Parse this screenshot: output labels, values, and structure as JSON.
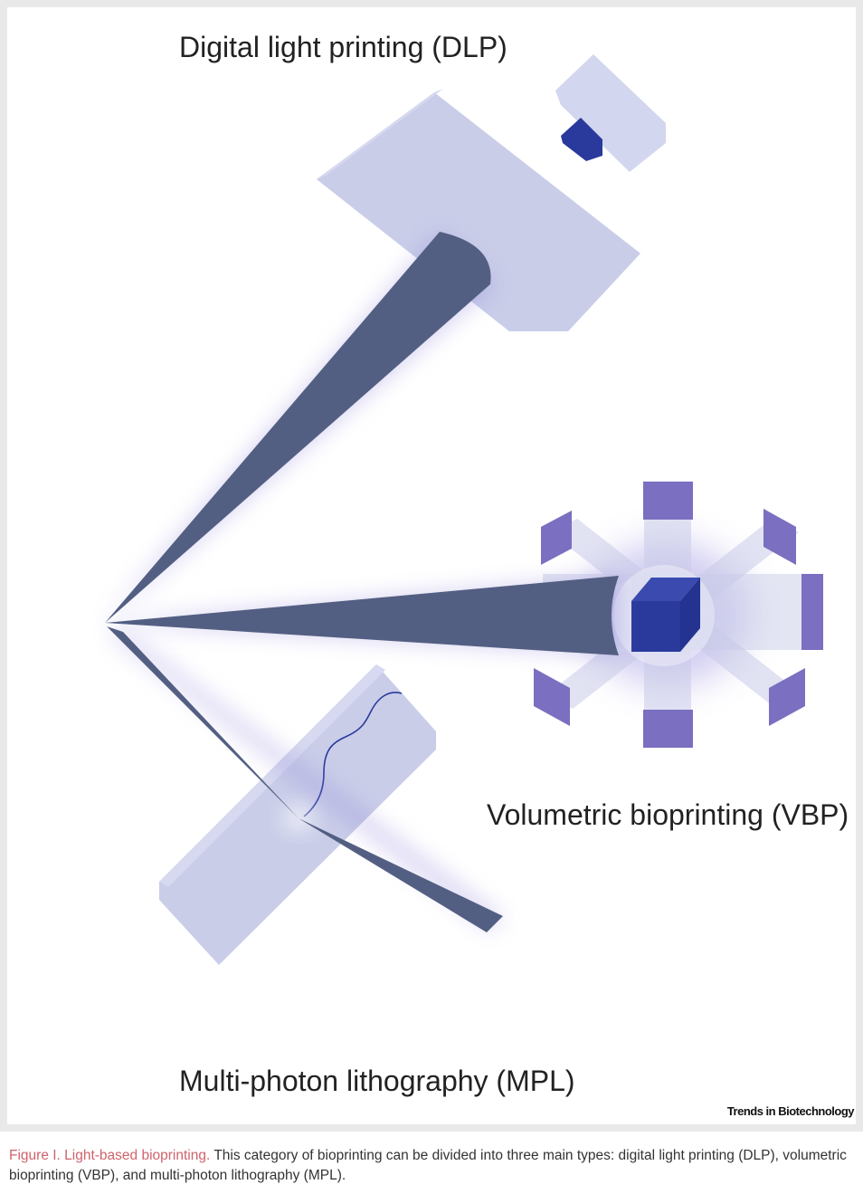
{
  "figure": {
    "labels": {
      "dlp": "Digital light printing (DLP)",
      "vbp": "Volumetric bioprinting (VBP)",
      "mpl": "Multi-photon lithography (MPL)"
    },
    "journal_credit": "Trends in Biotechnology"
  },
  "caption": {
    "title": "Figure I. Light-based bioprinting.",
    "text": "This category of bioprinting can be divided into three main types: digital light printing (DLP), volumetric bioprinting (VBP), and multi-photon lithography (MPL)."
  },
  "colors": {
    "beam": "#535f82",
    "projector_body": "#c3c8e6",
    "cube": "#2a3a9c",
    "panel": "#7a6fc0",
    "caption_title": "#d0626c",
    "frame": "#e9e9ea"
  }
}
